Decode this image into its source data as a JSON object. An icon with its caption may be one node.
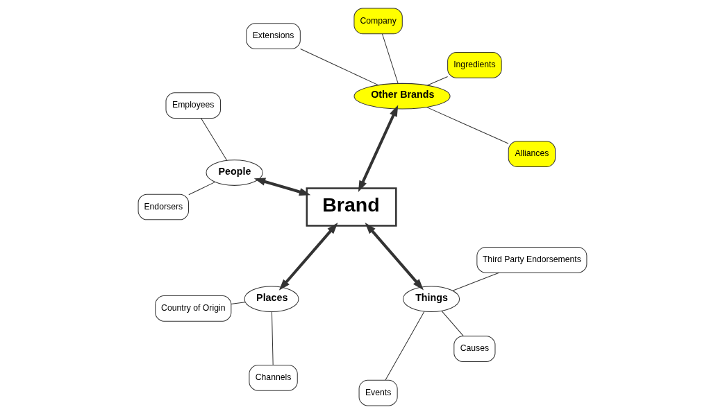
{
  "diagram": {
    "nodes": [
      {
        "text": [
          "Brand"
        ]
      },
      {
        "text": [
          "Other Brands"
        ]
      },
      {
        "text": [
          "Alliances"
        ]
      },
      {
        "text": [
          "Ingredients"
        ]
      },
      {
        "text": [
          "Company"
        ]
      },
      {
        "text": [
          "Extensions"
        ]
      },
      {
        "text": [
          "People"
        ]
      },
      {
        "text": [
          "Employees"
        ]
      },
      {
        "text": [
          "Endorsers"
        ]
      },
      {
        "text": [
          "Places"
        ]
      },
      {
        "text": [
          "Country of Origin"
        ]
      },
      {
        "text": [
          "Channels"
        ]
      },
      {
        "text": [
          "Things"
        ]
      },
      {
        "text": [
          "Events"
        ]
      },
      {
        "text": [
          "Causes"
        ]
      },
      {
        "text": [
          "Third Party Endorsements"
        ]
      }
    ],
    "edges": [
      {
        "from": 0,
        "to": 1,
        "arrow": "both",
        "style": "thick"
      },
      {
        "from": 1,
        "to": 2,
        "arrow": "none"
      },
      {
        "from": 1,
        "to": 3,
        "arrow": "none"
      },
      {
        "from": 1,
        "to": 4,
        "arrow": "none"
      },
      {
        "from": 1,
        "to": 5,
        "arrow": "none"
      },
      {
        "from": 0,
        "to": 6,
        "arrow": "both",
        "style": "thick"
      },
      {
        "from": 6,
        "to": 7,
        "arrow": "none"
      },
      {
        "from": 6,
        "to": 8,
        "arrow": "none"
      },
      {
        "from": 0,
        "to": 9,
        "arrow": "both",
        "style": "thick"
      },
      {
        "from": 9,
        "to": 10,
        "arrow": "none"
      },
      {
        "from": 9,
        "to": 11,
        "arrow": "none"
      },
      {
        "from": 0,
        "to": 12,
        "arrow": "both",
        "style": "thick"
      },
      {
        "from": 12,
        "to": 13,
        "arrow": "none"
      },
      {
        "from": 12,
        "to": 14,
        "arrow": "none"
      },
      {
        "from": 12,
        "to": 15,
        "arrow": "none"
      }
    ]
  }
}
